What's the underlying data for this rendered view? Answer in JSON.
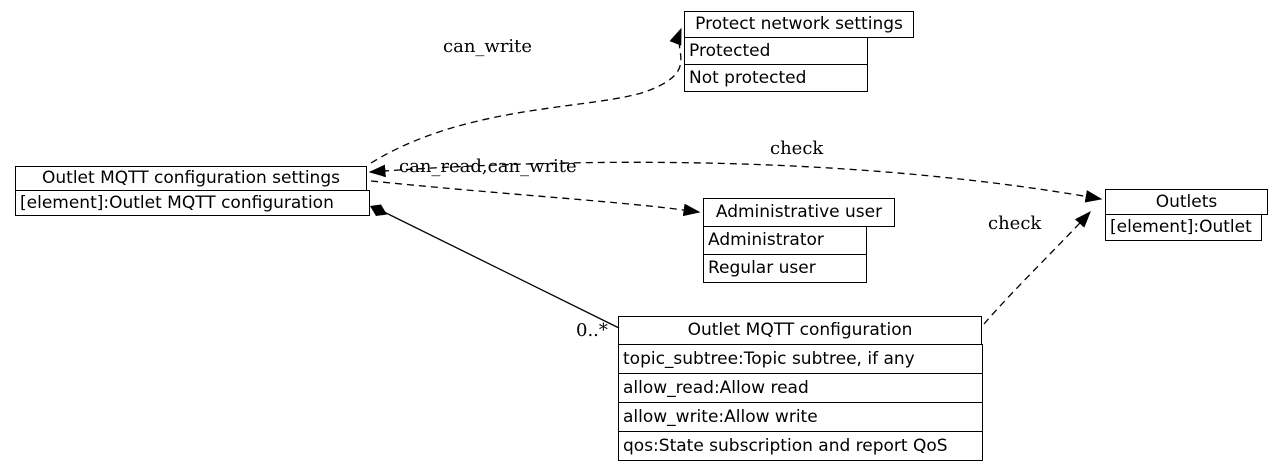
{
  "nodes": {
    "settings": {
      "title": "Outlet MQTT configuration settings",
      "rows": [
        "[element]:Outlet MQTT configuration"
      ]
    },
    "protect": {
      "title": "Protect network settings",
      "rows": [
        "Protected",
        "Not protected"
      ]
    },
    "admin_user": {
      "title": "Administrative user",
      "rows": [
        "Administrator",
        "Regular user"
      ]
    },
    "config": {
      "title": "Outlet MQTT configuration",
      "rows": [
        "topic_subtree:Topic subtree, if any",
        "allow_read:Allow read",
        "allow_write:Allow write",
        "qos:State subscription and report QoS"
      ]
    },
    "outlets": {
      "title": "Outlets",
      "rows": [
        "[element]:Outlet"
      ]
    }
  },
  "edges": {
    "can_write": {
      "label": "can_write",
      "from": "settings",
      "to": "protect",
      "style": "dashed"
    },
    "check_settings_outlets": {
      "label": "check",
      "from": "settings",
      "to": "outlets",
      "style": "dashed",
      "arrows": "both"
    },
    "can_read_can_write": {
      "label": "can_read,can_write",
      "from": "settings",
      "to": "admin_user",
      "style": "dashed"
    },
    "check_config_outlets": {
      "label": "check",
      "from": "config",
      "to": "outlets",
      "style": "dashed"
    },
    "composition": {
      "label": "0..*",
      "from": "settings",
      "to": "config",
      "style": "solid-diamond"
    }
  },
  "colors": {
    "line": "#000000",
    "box_background": "#ffffff",
    "text": "#000000"
  }
}
